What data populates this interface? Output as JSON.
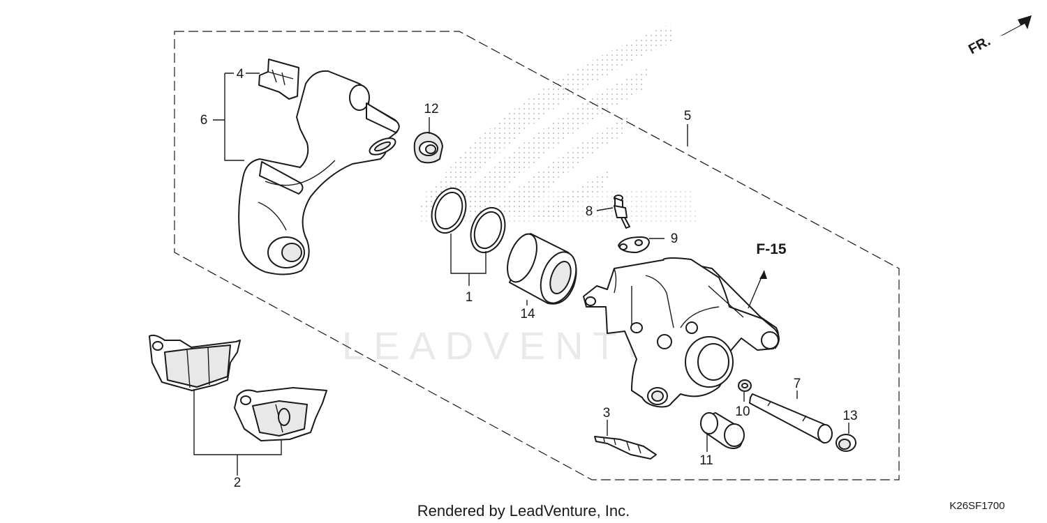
{
  "watermark": "LEADVENTURE",
  "direction_label": "FR.",
  "reference_label": "F-15",
  "footer_text": "Rendered by LeadVenture, Inc.",
  "diagram_code": "K26SF1700",
  "callouts": {
    "c1": "1",
    "c2": "2",
    "c3": "3",
    "c4": "4",
    "c5": "5",
    "c6": "6",
    "c7": "7",
    "c8": "8",
    "c9": "9",
    "c10": "10",
    "c11": "11",
    "c12": "12",
    "c13": "13",
    "c14": "14"
  }
}
